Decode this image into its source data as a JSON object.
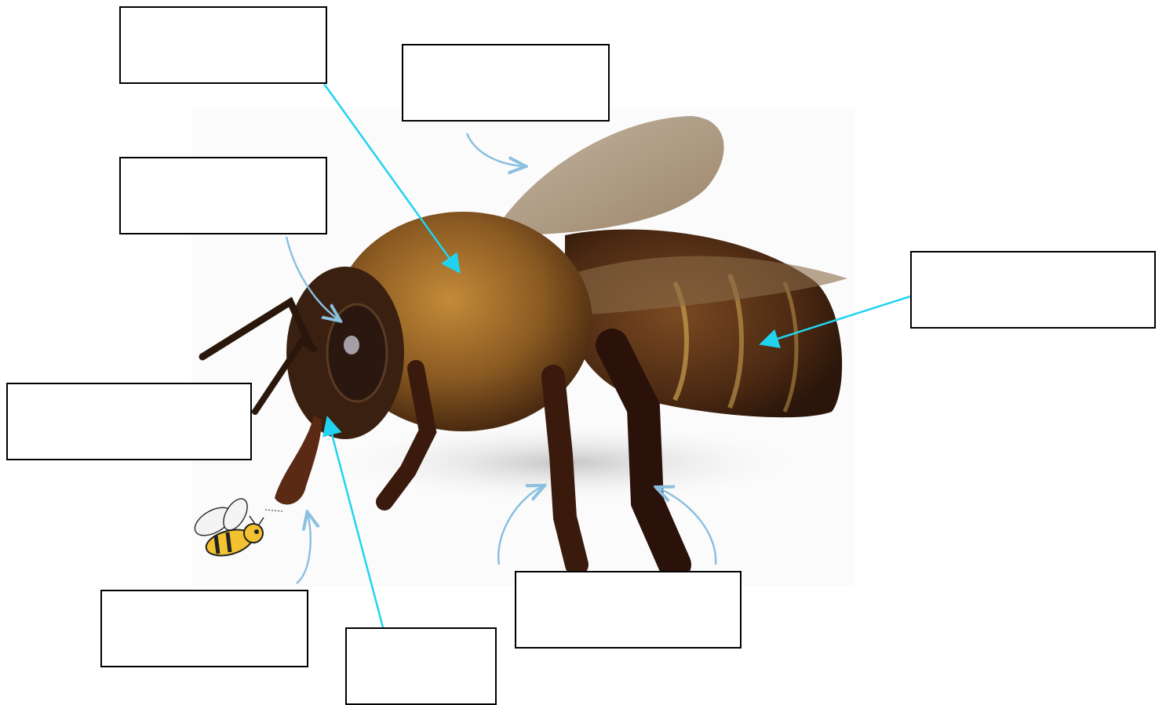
{
  "diagram": {
    "subject_image": "honeybee-photo",
    "mascot_image": "cartoon-bee-icon",
    "colors": {
      "pointer_arrow": "#22d3f0",
      "curved_arrow": "#8cc0e0",
      "box_border": "#000000"
    },
    "labels": [
      {
        "id": "label-1",
        "text": ""
      },
      {
        "id": "label-2",
        "text": ""
      },
      {
        "id": "label-3",
        "text": ""
      },
      {
        "id": "label-4",
        "text": ""
      },
      {
        "id": "label-5",
        "text": ""
      },
      {
        "id": "label-6",
        "text": ""
      },
      {
        "id": "label-7",
        "text": ""
      },
      {
        "id": "label-8",
        "text": ""
      }
    ]
  }
}
